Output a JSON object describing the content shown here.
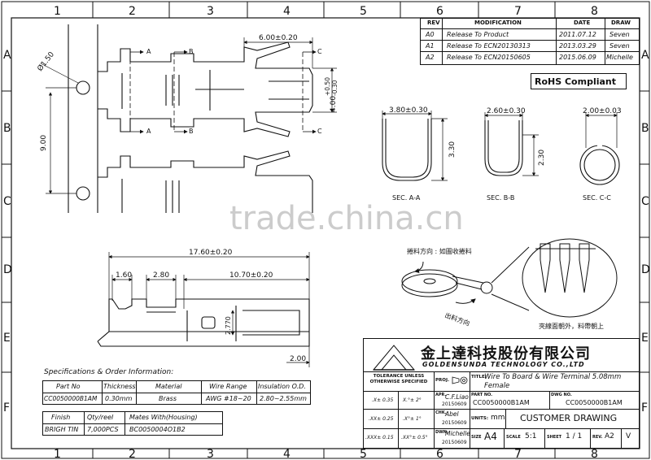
{
  "frame": {
    "cols": [
      "1",
      "2",
      "3",
      "4",
      "5",
      "6",
      "7",
      "8"
    ],
    "rows": [
      "A",
      "B",
      "C",
      "D",
      "E",
      "F"
    ]
  },
  "revision_table": {
    "headers": [
      "REV",
      "MODIFICATION",
      "DATE",
      "DRAW"
    ],
    "rows": [
      [
        "A0",
        "Release To Product",
        "2011.07.12",
        "Seven"
      ],
      [
        "A1",
        "Release To ECN20130313",
        "2013.03.29",
        "Seven"
      ],
      [
        "A2",
        "Release To ECN20150605",
        "2015.06.09",
        "Michelle"
      ]
    ]
  },
  "rohs": "RoHS Compliant",
  "top_dims": {
    "d1": "6.00±0.20",
    "d2": "Ø1.50",
    "d3": "9.00",
    "d4": "4.00",
    "d4_tol_up": "+0.50",
    "d4_tol_dn": "-0.30",
    "sec_a": "A",
    "sec_b": "B",
    "sec_c": "C"
  },
  "sections": [
    {
      "width": "3.80±0.30",
      "height": "3.30",
      "label": "SEC. A-A"
    },
    {
      "width": "2.60±0.30",
      "height": "2.30",
      "label": "SEC. B-B"
    },
    {
      "width": "2.00±0.03",
      "height": "",
      "label": "SEC. C-C"
    }
  ],
  "side_dims": {
    "overall": "17.60±0.20",
    "d1": "1.60",
    "d2": "2.80",
    "d3": "10.70±0.20",
    "d4": "2.770",
    "d5": "2.00"
  },
  "reel_notes": {
    "feed_dir": "捲料方向 : 如圖收捲料",
    "out_dir": "出料方向",
    "face": "夾線面朝外，料帶朝上"
  },
  "watermark": "trade.china.cn",
  "spec_title": "Specifications & Order Information:",
  "spec_table": {
    "headers": [
      "Part No",
      "Thickness",
      "Material",
      "Wire Range",
      "Insulation O.D."
    ],
    "row": [
      "CC0050000B1AM",
      "0.30mm",
      "Brass",
      "AWG #18~20",
      "2.80~2.55mm"
    ]
  },
  "order_table": {
    "headers": [
      "Finish",
      "Qty/reel",
      "Mates With(Housing)"
    ],
    "row": [
      "BRIGH TIN",
      "7,000PCS",
      "BC0050004O1B2"
    ]
  },
  "title_block": {
    "company_cn": "金上達科技股份有限公司",
    "company_en": "GOLDENSUNDA TECHNOLOGY CO.,LTD",
    "tol_head": "TOLERANCE UNLESS OTHERWISE SPECIFIED",
    "proj": "PROJ.",
    "title_label": "TITLE:",
    "title": "Wire To Board & Wire Terminal 5.08mm Female",
    "tol1": ".X± 0.35",
    "ang1": "X.°± 2°",
    "tol2": ".XX± 0.25",
    "ang2": ".X°± 1°",
    "tol3": ".XXX± 0.15",
    "ang3": ".XX°± 0.5°",
    "apr_label": "APR.",
    "apr_name": "C.F.Liao",
    "apr_date": "20150609",
    "chk_label": "CHK.",
    "chk_name": "Abel",
    "chk_date": "20150609",
    "dwn_label": "DWN.",
    "dwn_name": "Michelle",
    "dwn_date": "20150609",
    "part_label": "PART NO.",
    "part_no": "CC0050000B1AM",
    "dwg_label": "DWG NO.",
    "dwg_no": "CC0050000B1AM",
    "units_label": "UNITS:",
    "units": "mm",
    "drawing_type": "CUSTOMER DRAWING",
    "size_label": "SIZE",
    "size": "A4",
    "scale_label": "SCALE",
    "scale": "5:1",
    "sheet_label": "SHEET",
    "sheet": "1 / 1",
    "rev_label": "REV.",
    "rev": "A2",
    "v": "V"
  }
}
